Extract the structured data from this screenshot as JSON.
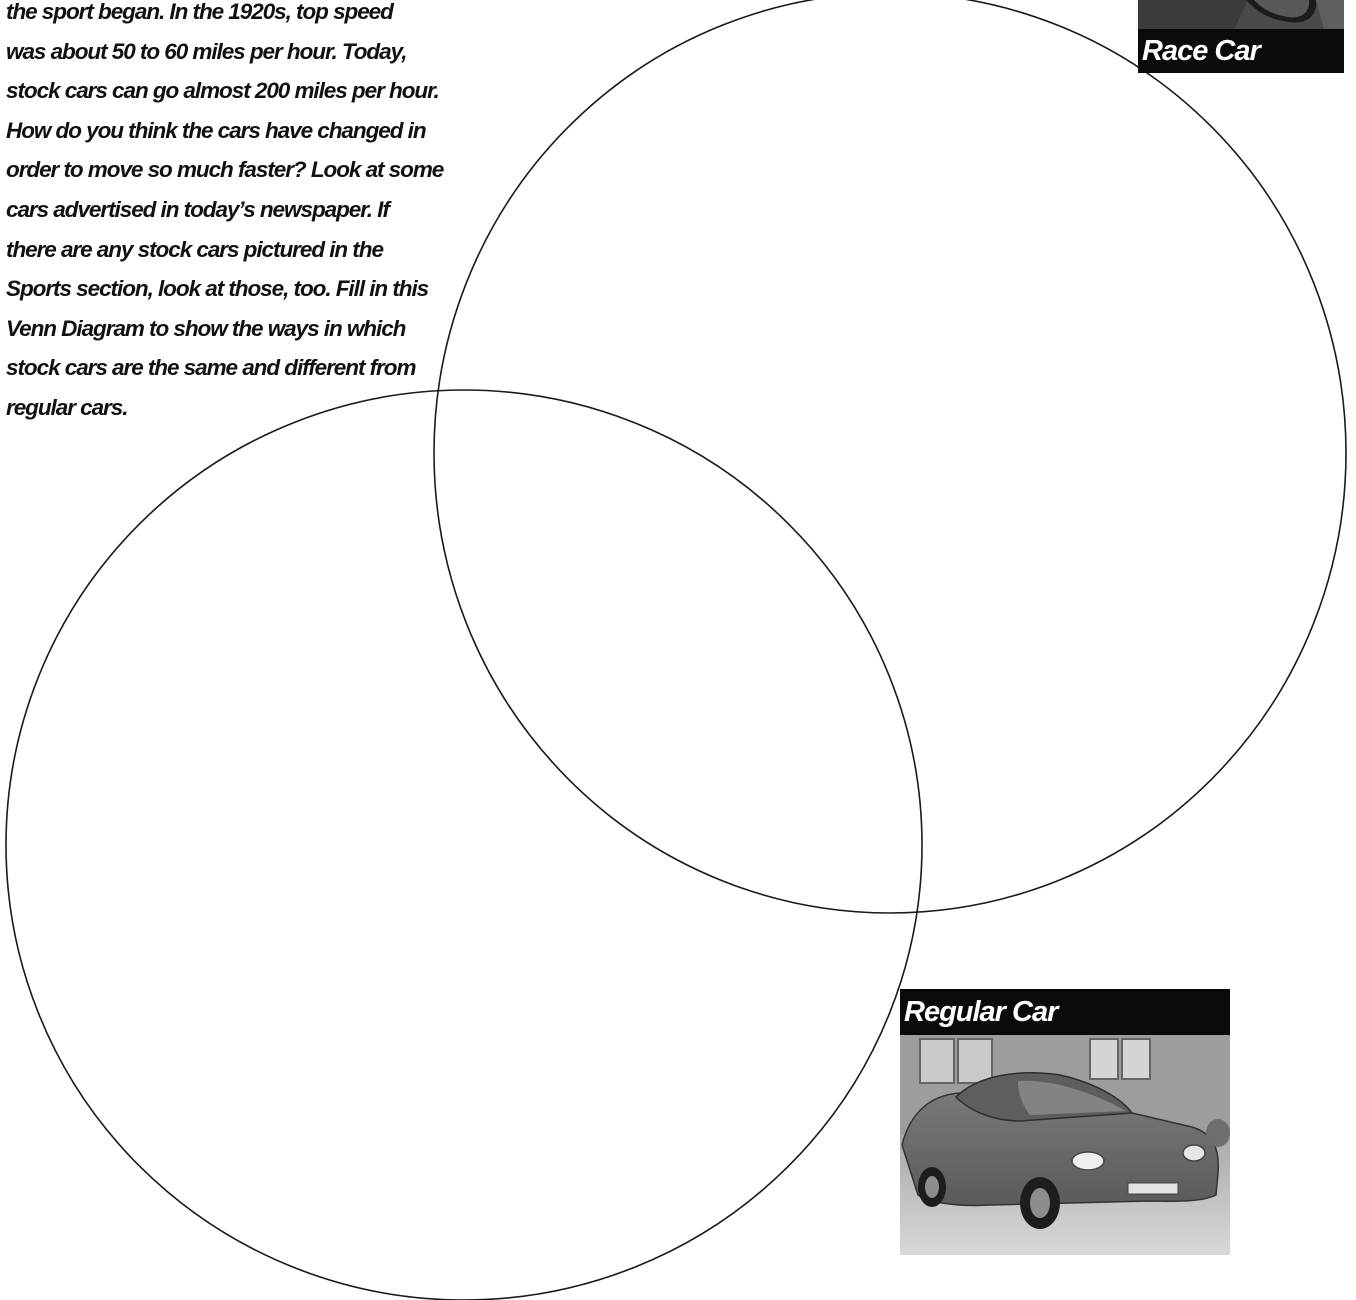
{
  "intro": {
    "lines": [
      "the sport began. In the 1920s, top speed",
      "was about 50 to 60 miles per hour. Today,",
      "stock cars can go almost 200 miles per hour.",
      "How do you think the cars have changed in",
      "order to move so much faster? Look at some",
      "cars advertised in today’s newspaper. If",
      "there are any stock cars pictured in the",
      "Sports section, look at those, too. Fill in this",
      "Venn Diagram to show the ways in which",
      "stock cars are the same and different from",
      "regular cars."
    ]
  },
  "labels": {
    "race_car": "Race Car",
    "regular_car": "Regular Car"
  },
  "colors": {
    "ink": "#111111",
    "label_background": "#0a0a0a",
    "label_text": "#ffffff",
    "circle_stroke": "#1a1a1a"
  },
  "icons": {
    "race_car_photo": "race-car-photo",
    "regular_car_photo": "regular-car-photo"
  }
}
